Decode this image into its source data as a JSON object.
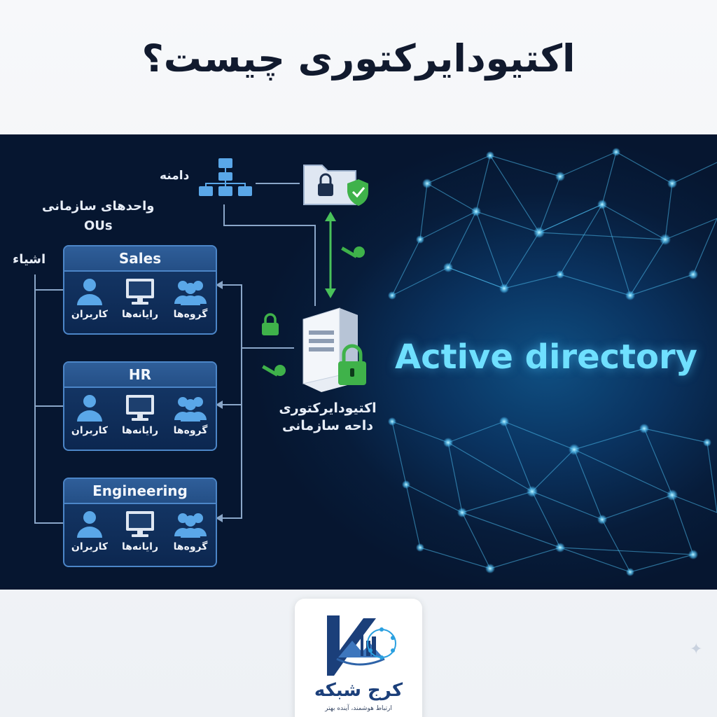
{
  "title": "اکتیودایرکتوری چیست؟",
  "diagram": {
    "domain_label": "دامنه",
    "ous_label_fa": "واحدهای سازمانی",
    "ous_label_en": "OUs",
    "objects_label": "اشیاء",
    "server_label_line1": "اکتیودایرکتوری",
    "server_label_line2": "داحه سازمانی",
    "ou_boxes": [
      {
        "name": "Sales",
        "items": [
          {
            "icon": "users-icon",
            "label": "کاربران"
          },
          {
            "icon": "computer-icon",
            "label": "رایانه‌ها"
          },
          {
            "icon": "groups-icon",
            "label": "گروه‌ها"
          }
        ]
      },
      {
        "name": "HR",
        "items": [
          {
            "icon": "users-icon",
            "label": "کاربران"
          },
          {
            "icon": "computer-icon",
            "label": "رایانه‌ها"
          },
          {
            "icon": "groups-icon",
            "label": "گروه‌ها"
          }
        ]
      },
      {
        "name": "Engineering",
        "items": [
          {
            "icon": "users-icon",
            "label": "کاربران"
          },
          {
            "icon": "computer-icon",
            "label": "رایانه‌ها"
          },
          {
            "icon": "groups-icon",
            "label": "گروه‌ها"
          }
        ]
      }
    ]
  },
  "banner_text": "Active directory",
  "logo": {
    "name": "کرج شبکه",
    "tagline": "ارتباط هوشمند، آینده بهتر"
  },
  "colors": {
    "title": "#111a2e",
    "accent_cyan": "#6fe0ff",
    "lock_green": "#3fb24a",
    "box_border": "#4c86c8"
  }
}
